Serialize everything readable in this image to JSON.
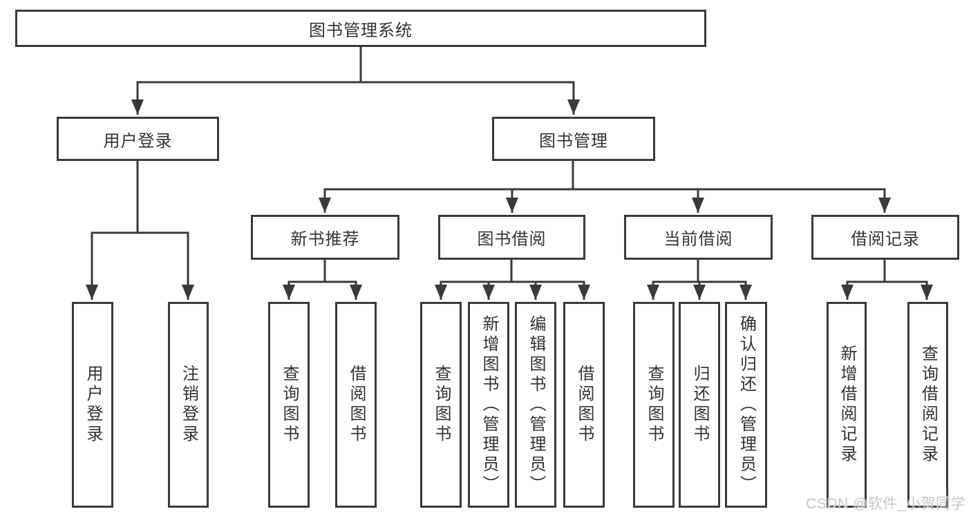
{
  "tree": {
    "label": "图书管理系统",
    "children": [
      {
        "label": "用户登录",
        "children": [
          {
            "label": "用户登录"
          },
          {
            "label": "注销登录"
          }
        ]
      },
      {
        "label": "图书管理",
        "children": [
          {
            "label": "新书推荐",
            "children": [
              {
                "label": "查询图书"
              },
              {
                "label": "借阅图书"
              }
            ]
          },
          {
            "label": "图书借阅",
            "children": [
              {
                "label": "查询图书"
              },
              {
                "label": "新增图书（管理员）"
              },
              {
                "label": "编辑图书（管理员）"
              },
              {
                "label": "借阅图书"
              }
            ]
          },
          {
            "label": "当前借阅",
            "children": [
              {
                "label": "查询图书"
              },
              {
                "label": "归还图书"
              },
              {
                "label": "确认归还（管理员）"
              }
            ]
          },
          {
            "label": "借阅记录",
            "children": [
              {
                "label": "新增借阅记录"
              },
              {
                "label": "查询借阅记录"
              }
            ]
          }
        ]
      }
    ]
  },
  "watermark": {
    "text": "CSDN @软件_小贺同学"
  },
  "colors": {
    "line": "#3a3a3a",
    "text": "#333333",
    "watermark": "#c8c8c8",
    "background": "#ffffff"
  }
}
